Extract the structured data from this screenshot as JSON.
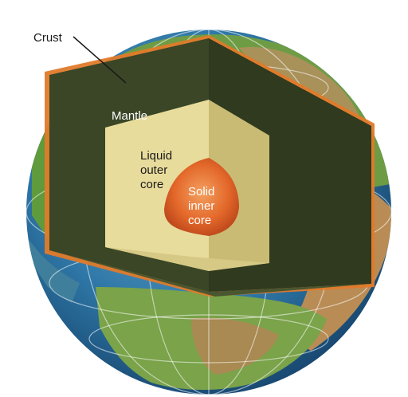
{
  "labels": {
    "crust": "Crust",
    "mantle": "Mantle",
    "outer_core_line1": "Liquid",
    "outer_core_line2": "outer",
    "outer_core_line3": "core",
    "inner_core_line1": "Solid",
    "inner_core_line2": "inner",
    "inner_core_line3": "core"
  },
  "colors": {
    "ocean": "#2e7fb6",
    "land_green": "#5f9a3c",
    "land_brown": "#b08a54",
    "crust_edge": "#e07a2a",
    "mantle": "#3d4a2a",
    "outer_core": "#e3d79a",
    "inner_core": "#e0651f"
  }
}
